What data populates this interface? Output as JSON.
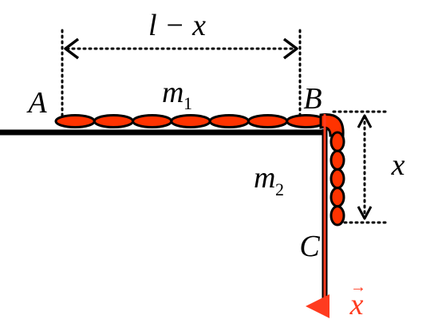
{
  "labels": {
    "top_dimension": "l − x",
    "point_a": "A",
    "point_b": "B",
    "point_c": "C",
    "mass_1": "m",
    "mass_1_sub": "1",
    "mass_2": "m",
    "mass_2_sub": "2",
    "side_dimension": "x",
    "axis_vector": "x",
    "axis_vector_arrow": "→"
  },
  "colors": {
    "chain_fill": "#ff3300",
    "chain_stroke": "#000000",
    "table": "#000000",
    "axis": "#ff3b1f",
    "axis_label": "#ff3b1f",
    "dimension_lines": "#000000"
  },
  "chain": {
    "horizontal_links": 7,
    "vertical_links": 5
  }
}
